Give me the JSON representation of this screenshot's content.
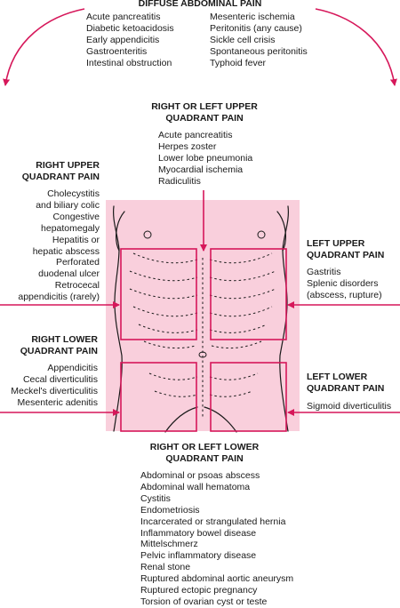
{
  "diffuse": {
    "title": "DIFFUSE ABDOMINAL PAIN",
    "left_items": [
      "Acute pancreatitis",
      "Diabetic ketoacidosis",
      "Early appendicitis",
      "Gastroenteritis",
      "Intestinal obstruction"
    ],
    "right_items": [
      "Mesenteric ischemia",
      "Peritonitis (any cause)",
      "Sickle cell crisis",
      "Spontaneous peritonitis",
      "Typhoid fever"
    ]
  },
  "upper_either": {
    "title_line1": "RIGHT OR LEFT UPPER",
    "title_line2": "QUADRANT PAIN",
    "items": [
      "Acute pancreatitis",
      "Herpes zoster",
      "Lower lobe pneumonia",
      "Myocardial ischemia",
      "Radiculitis"
    ]
  },
  "ruq": {
    "title_line1": "RIGHT UPPER",
    "title_line2": "QUADRANT PAIN",
    "items": [
      "Cholecystitis",
      "and biliary colic",
      "Congestive",
      "hepatomegaly",
      "Hepatitis or",
      "hepatic abscess",
      "Perforated",
      "duodenal ulcer",
      "Retrocecal",
      "appendicitis (rarely)"
    ]
  },
  "luq": {
    "title_line1": "LEFT UPPER",
    "title_line2": "QUADRANT PAIN",
    "items": [
      "Gastritis",
      "Splenic disorders",
      "(abscess, rupture)"
    ]
  },
  "rlq": {
    "title_line1": "RIGHT LOWER",
    "title_line2": "QUADRANT PAIN",
    "items": [
      "Appendicitis",
      "Cecal diverticulitis",
      "Meckel's diverticulitis",
      "Mesenteric adenitis"
    ]
  },
  "llq": {
    "title_line1": "LEFT LOWER",
    "title_line2": "QUADRANT PAIN",
    "items": [
      "Sigmoid diverticulitis"
    ]
  },
  "lower_either": {
    "title_line1": "RIGHT OR LEFT LOWER",
    "title_line2": "QUADRANT PAIN",
    "items": [
      "Abdominal or psoas abscess",
      "Abdominal wall hematoma",
      "Cystitis",
      "Endometriosis",
      "Incarcerated or strangulated hernia",
      "Inflammatory bowel disease",
      "Mittelschmerz",
      "Pelvic inflammatory disease",
      "Renal stone",
      "Ruptured abdominal aortic aneurysm",
      "Ruptured ectopic pregnancy",
      "Torsion of ovarian cyst or teste"
    ]
  },
  "colors": {
    "accent": "#d6175a",
    "body_fill": "#f9cfdc",
    "text": "#1a1a1a"
  }
}
